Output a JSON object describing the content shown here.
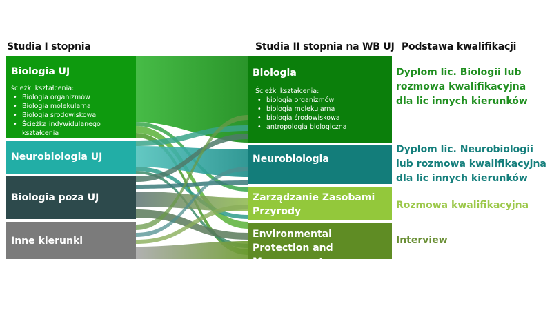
{
  "headers": {
    "col1": "Studia I stopnia",
    "col2": "Studia II stopnia na WB UJ",
    "col3": "Podstawa kwalifikacji"
  },
  "sources": [
    {
      "title": "Biologia UJ",
      "subtitle": "ścieżki kształcenia:",
      "items": [
        "Biologia organizmów",
        "Biologia molekularna",
        "Biologia środowiskowa",
        "Ścieżka indywidulanego kształcenia"
      ],
      "color": "#0e9a0e"
    },
    {
      "title": "Neurobiologia UJ",
      "color": "#22aea6"
    },
    {
      "title": "Biologia poza UJ",
      "color": "#2d4a4c"
    },
    {
      "title": "Inne kierunki",
      "color": "#7b7b7b"
    }
  ],
  "targets": [
    {
      "title": "Biologia",
      "subtitle": "Ścieżki kształcenia:",
      "items": [
        "biologia organizmów",
        "biologia molekularna",
        "biologia środowiskowa",
        "antropologia biologiczna"
      ],
      "color": "#0b7f0b"
    },
    {
      "title": "Neurobiologia",
      "color": "#137d7a"
    },
    {
      "title": "Zarządzanie Zasobami Przyrody",
      "color": "#93c83b"
    },
    {
      "title": "Environmental Protection and Management",
      "color": "#5f8c24"
    }
  ],
  "qualifications": [
    {
      "text": "Dyplom lic. Biologii lub rozmowa kwalifikacyjna dla lic innych kierunków",
      "lines": [
        "Dyplom lic. Biologii lub",
        "rozmowa kwalifikacyjna",
        "dla lic innych kierunków"
      ],
      "color": "#1f8f1f"
    },
    {
      "text": "Dyplom lic. Neurobiologii lub rozmowa kwalifikacyjna dla lic innych kierunków",
      "lines": [
        "Dyplom lic. Neurobiologii",
        "lub rozmowa kwalifikacyjna",
        "dla lic innych kierunków"
      ],
      "color": "#157f7c"
    },
    {
      "text": "Rozmowa kwalifikacyjna",
      "lines": [
        "Rozmowa kwalifikacyjna"
      ],
      "color": "#9cc84a"
    },
    {
      "text": "Interview",
      "lines": [
        "Interview"
      ],
      "color": "#6a8f35"
    }
  ],
  "flows": [
    {
      "from": "Biologia UJ",
      "to": "Biologia"
    },
    {
      "from": "Biologia UJ",
      "to": "Neurobiologia"
    },
    {
      "from": "Biologia UJ",
      "to": "Zarządzanie Zasobami Przyrody"
    },
    {
      "from": "Biologia UJ",
      "to": "Environmental Protection and Management"
    },
    {
      "from": "Neurobiologia UJ",
      "to": "Biologia"
    },
    {
      "from": "Neurobiologia UJ",
      "to": "Neurobiologia"
    },
    {
      "from": "Neurobiologia UJ",
      "to": "Zarządzanie Zasobami Przyrody"
    },
    {
      "from": "Neurobiologia UJ",
      "to": "Environmental Protection and Management"
    },
    {
      "from": "Biologia poza UJ",
      "to": "Biologia"
    },
    {
      "from": "Biologia poza UJ",
      "to": "Neurobiologia"
    },
    {
      "from": "Biologia poza UJ",
      "to": "Zarządzanie Zasobami Przyrody"
    },
    {
      "from": "Biologia poza UJ",
      "to": "Environmental Protection and Management"
    },
    {
      "from": "Inne kierunki",
      "to": "Biologia"
    },
    {
      "from": "Inne kierunki",
      "to": "Neurobiologia"
    },
    {
      "from": "Inne kierunki",
      "to": "Zarządzanie Zasobami Przyrody"
    },
    {
      "from": "Inne kierunki",
      "to": "Environmental Protection and Management"
    }
  ]
}
